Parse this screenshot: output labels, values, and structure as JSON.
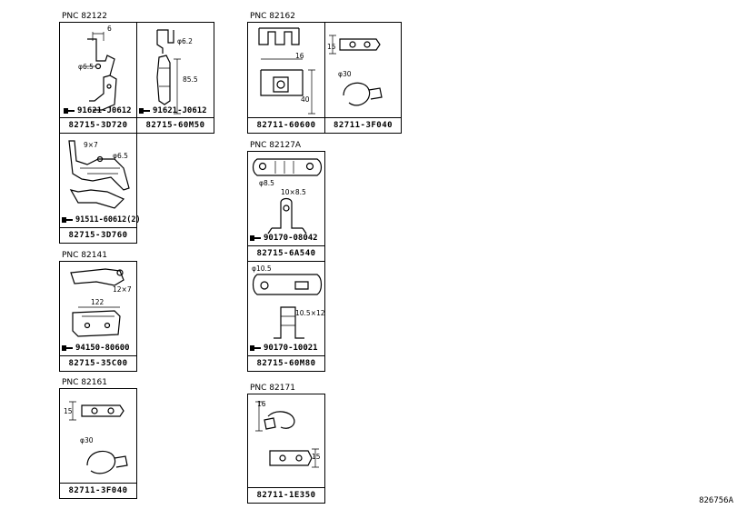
{
  "groups": [
    {
      "pnc": "PNC 82122"
    },
    {
      "pnc": "PNC 82162"
    },
    {
      "pnc": "PNC 82127A"
    },
    {
      "pnc": "PNC 82141"
    },
    {
      "pnc": "PNC 82161"
    },
    {
      "pnc": "PNC 82171"
    }
  ],
  "parts": {
    "p1": {
      "part": "82715-3D720",
      "fastener": "91621-J0612",
      "dims": [
        "6",
        "φ6.5"
      ]
    },
    "p2": {
      "part": "82715-60M50",
      "fastener": "91621-J0612",
      "dims": [
        "φ6.2",
        "85.5"
      ]
    },
    "p3": {
      "part": "82715-3D760",
      "fastener": "91511-60612(2)",
      "dims": [
        "9×7",
        "φ6.5"
      ]
    },
    "p4": {
      "part": "82711-60600",
      "dims": [
        "16",
        "40"
      ]
    },
    "p5": {
      "part": "82711-3F040",
      "dims": [
        "15",
        "φ30"
      ]
    },
    "p6": {
      "part": "82715-6A540",
      "fastener": "90170-08042",
      "dims": [
        "φ8.5",
        "10×8.5"
      ]
    },
    "p7": {
      "part": "82715-60M80",
      "fastener": "90170-10021",
      "dims": [
        "φ10.5",
        "10.5×12"
      ]
    },
    "p8": {
      "part": "82715-35C00",
      "fastener": "94150-80600",
      "dims": [
        "12×7",
        "122"
      ]
    },
    "p9": {
      "part": "82711-3F040",
      "dims": [
        "15",
        "φ30"
      ]
    },
    "p10": {
      "part": "82711-1E350",
      "dims": [
        "16",
        "15"
      ]
    }
  },
  "reference": "826756A"
}
